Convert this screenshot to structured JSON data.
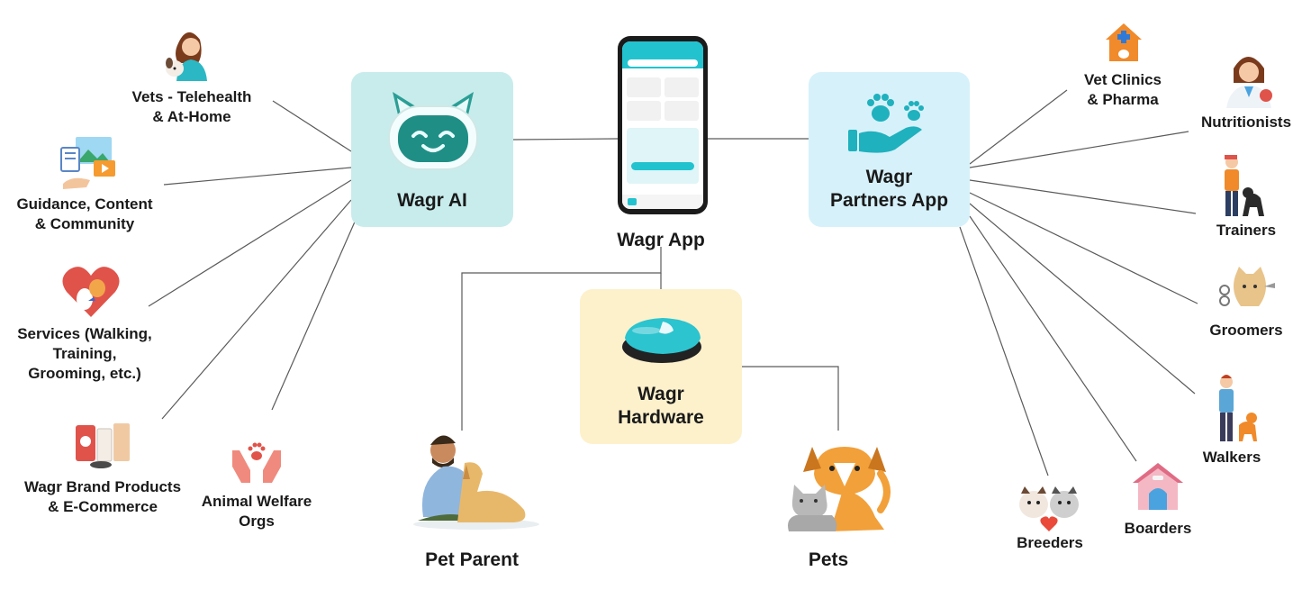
{
  "hubs": {
    "wagr_ai": "Wagr AI",
    "wagr_app": "Wagr App",
    "partners_app": "Wagr\nPartners App",
    "hardware": "Wagr\nHardware"
  },
  "left_nodes": {
    "vets": "Vets - Telehealth\n& At-Home",
    "guidance": "Guidance, Content\n& Community",
    "services": "Services (Walking,\nTraining,\nGrooming, etc.)",
    "products": "Wagr Brand Products\n& E-Commerce",
    "welfare": "Animal Welfare\nOrgs"
  },
  "right_nodes": {
    "vet_clinics": "Vet Clinics\n& Pharma",
    "nutritionists": "Nutritionists",
    "trainers": "Trainers",
    "groomers": "Groomers",
    "walkers": "Walkers",
    "boarders": "Boarders",
    "breeders": "Breeders"
  },
  "bottom_nodes": {
    "pet_parent": "Pet Parent",
    "pets": "Pets"
  },
  "colors": {
    "ai_bg": "#c8ecec",
    "partners_bg": "#d6f1fa",
    "hardware_bg": "#fdf1cc",
    "teal": "#1fb8c4",
    "line": "#555555"
  }
}
